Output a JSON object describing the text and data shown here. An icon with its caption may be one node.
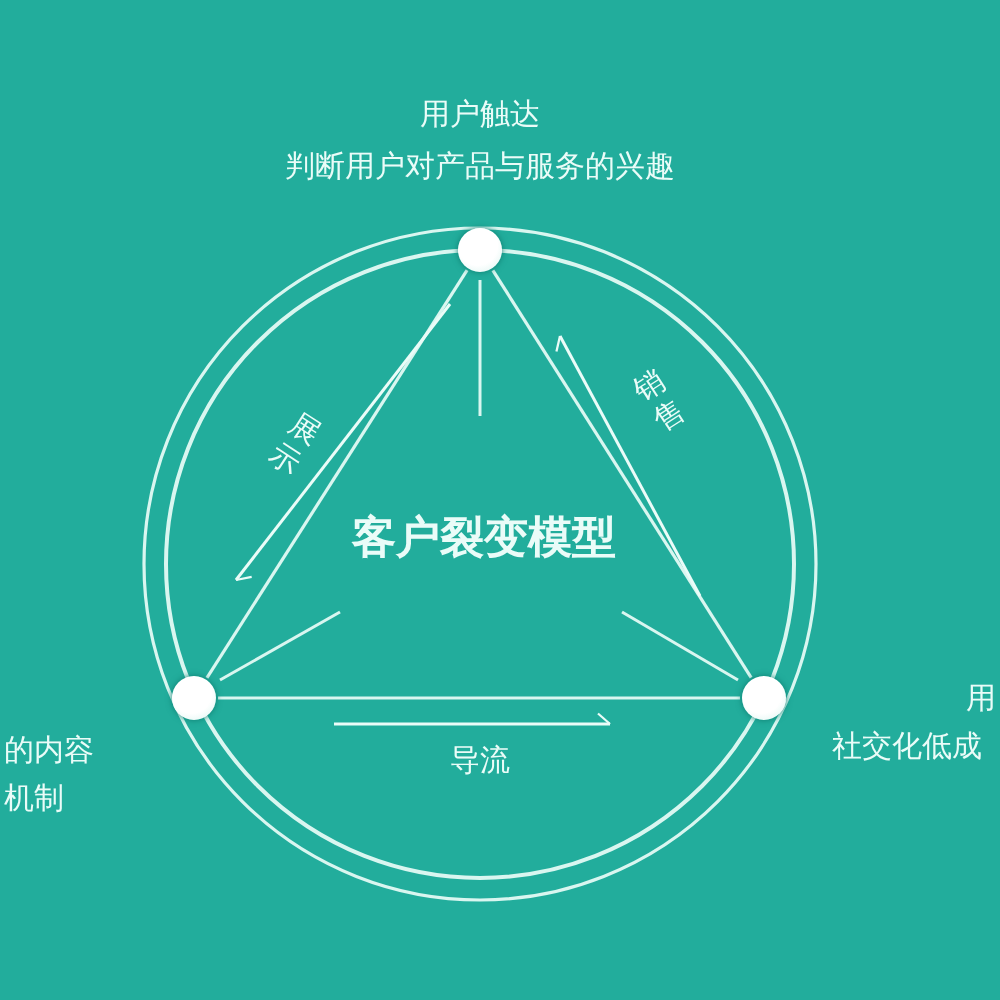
{
  "diagram": {
    "title": "客户裂变模型",
    "nodes": [
      {
        "text": [],
        "shape": "circle",
        "beside": [
          "用户触达",
          "判断用户对产品与服务的兴趣"
        ]
      },
      {
        "text": [],
        "shape": "circle",
        "beside": [
          "的内容",
          "机制"
        ]
      },
      {
        "text": [],
        "shape": "circle",
        "beside": [
          "用",
          "社交化低成"
        ]
      }
    ],
    "edges": [
      {
        "from": 0,
        "to": 1,
        "arrow": "none",
        "label": "展示"
      },
      {
        "from": 2,
        "to": 0,
        "arrow": "none",
        "label": "销售"
      },
      {
        "from": 1,
        "to": 2,
        "arrow": "none",
        "label": "导流"
      }
    ]
  }
}
